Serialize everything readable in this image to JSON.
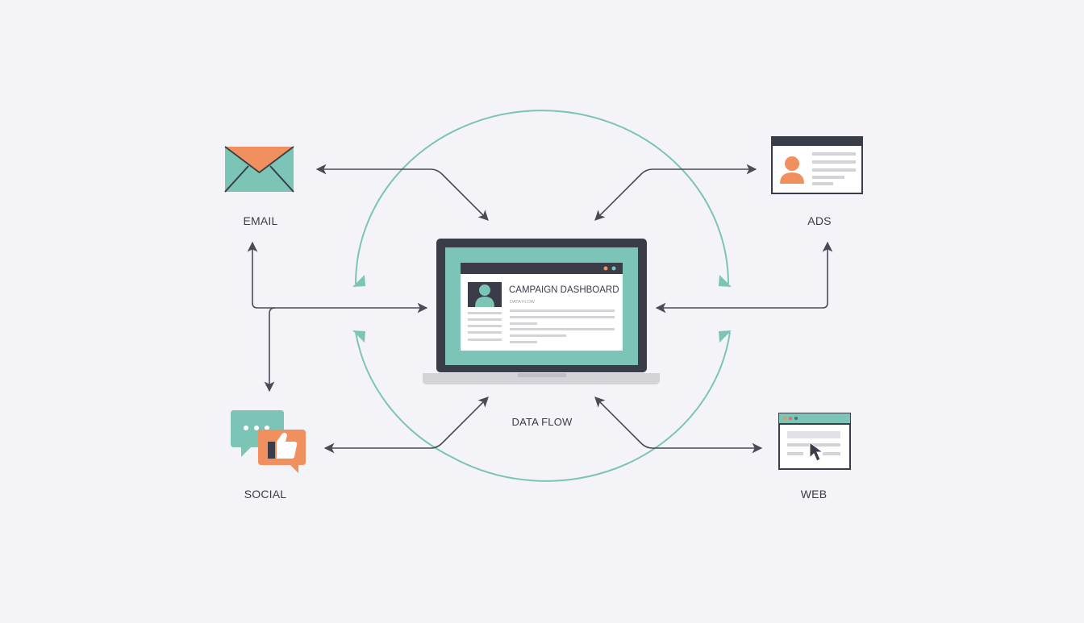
{
  "colors": {
    "background": "#f4f3f7",
    "teal": "#7bc4b6",
    "orange": "#f0905e",
    "dark": "#3a3d47",
    "arrow": "#4a4c55",
    "gray_line": "#d4d4d8"
  },
  "nodes": {
    "email": {
      "label": "EMAIL",
      "icon": "envelope-icon"
    },
    "ads": {
      "label": "ADS",
      "icon": "ad-profile-card-icon"
    },
    "social": {
      "label": "SOCIAL",
      "icon": "chat-like-icon"
    },
    "web": {
      "label": "WEB",
      "icon": "browser-cursor-icon"
    }
  },
  "center": {
    "dashboard_title": "CAMPAIGN DASHBOARD",
    "dashboard_subtitle": "DATA FLOW",
    "caption": "DATA FLOW"
  }
}
